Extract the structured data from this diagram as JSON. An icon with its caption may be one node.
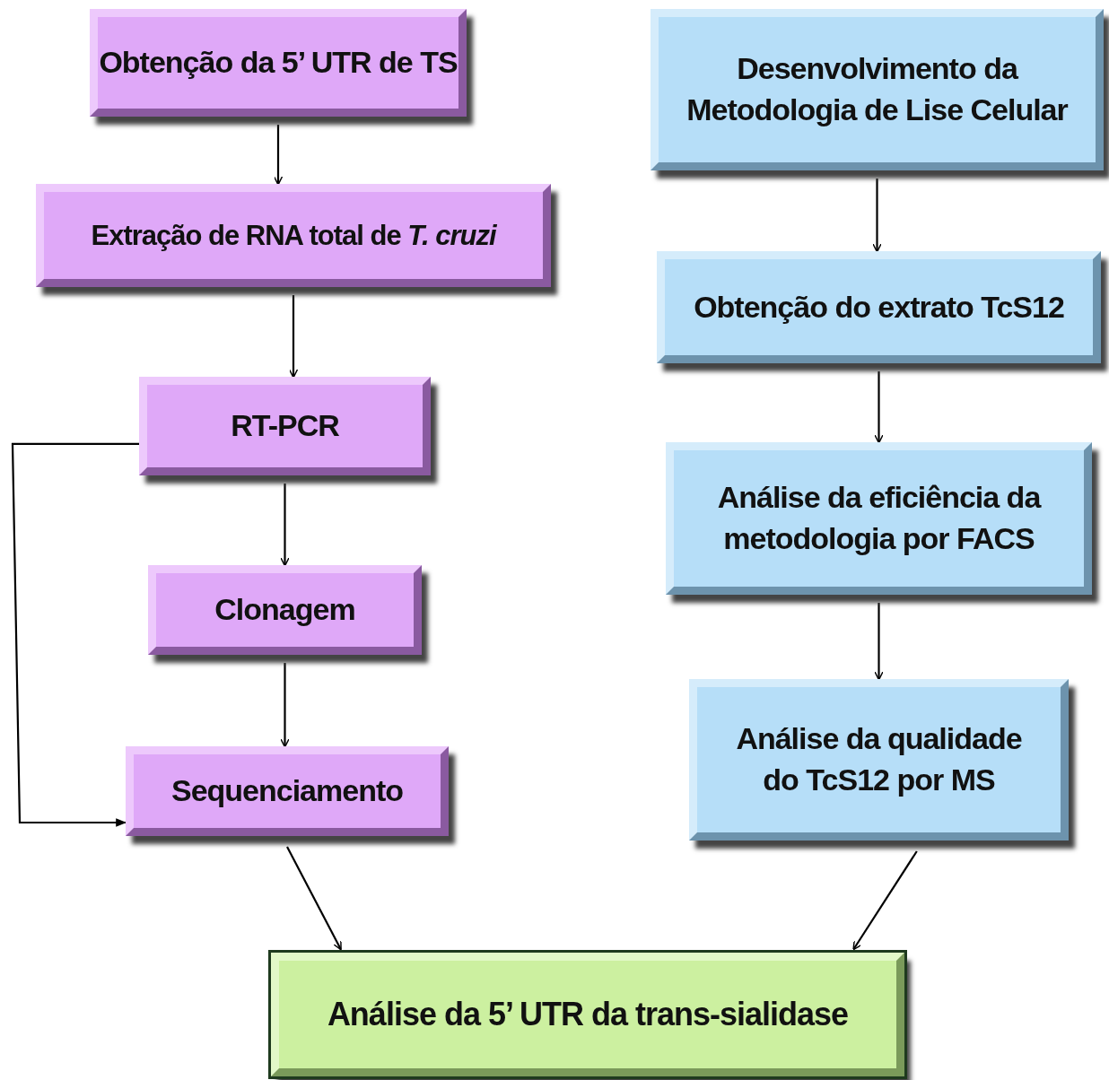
{
  "diagram": {
    "nodes": [
      {
        "text": [
          "Obtenção da 5’ UTR de TS"
        ]
      },
      {
        "text": [
          "Extração de RNA total de *T. cruzi*"
        ]
      },
      {
        "text": [
          "RT-PCR"
        ]
      },
      {
        "text": [
          "Clonagem"
        ]
      },
      {
        "text": [
          "Sequenciamento"
        ]
      },
      {
        "text": [
          "Desenvolvimento da Metodologia de Lise Celular"
        ]
      },
      {
        "text": [
          "Obtenção do extrato TcS12"
        ]
      },
      {
        "text": [
          "Análise da eficiência da metodologia por FACS"
        ]
      },
      {
        "text": [
          "Análise da qualidade do TcS12 por MS"
        ]
      },
      {
        "text": [
          "Análise da 5’ UTR da trans-sialidase"
        ]
      }
    ],
    "edges": [
      {
        "from": 0,
        "to": 1,
        "arrow": "to"
      },
      {
        "from": 1,
        "to": 2,
        "arrow": "to"
      },
      {
        "from": 2,
        "to": 3,
        "arrow": "to"
      },
      {
        "from": 3,
        "to": 4,
        "arrow": "to"
      },
      {
        "from": 2,
        "to": 4,
        "arrow": "to"
      },
      {
        "from": 5,
        "to": 6,
        "arrow": "to"
      },
      {
        "from": 6,
        "to": 7,
        "arrow": "to"
      },
      {
        "from": 7,
        "to": 8,
        "arrow": "to"
      },
      {
        "from": 4,
        "to": 9,
        "arrow": "to"
      },
      {
        "from": 8,
        "to": 9,
        "arrow": "to"
      }
    ]
  }
}
